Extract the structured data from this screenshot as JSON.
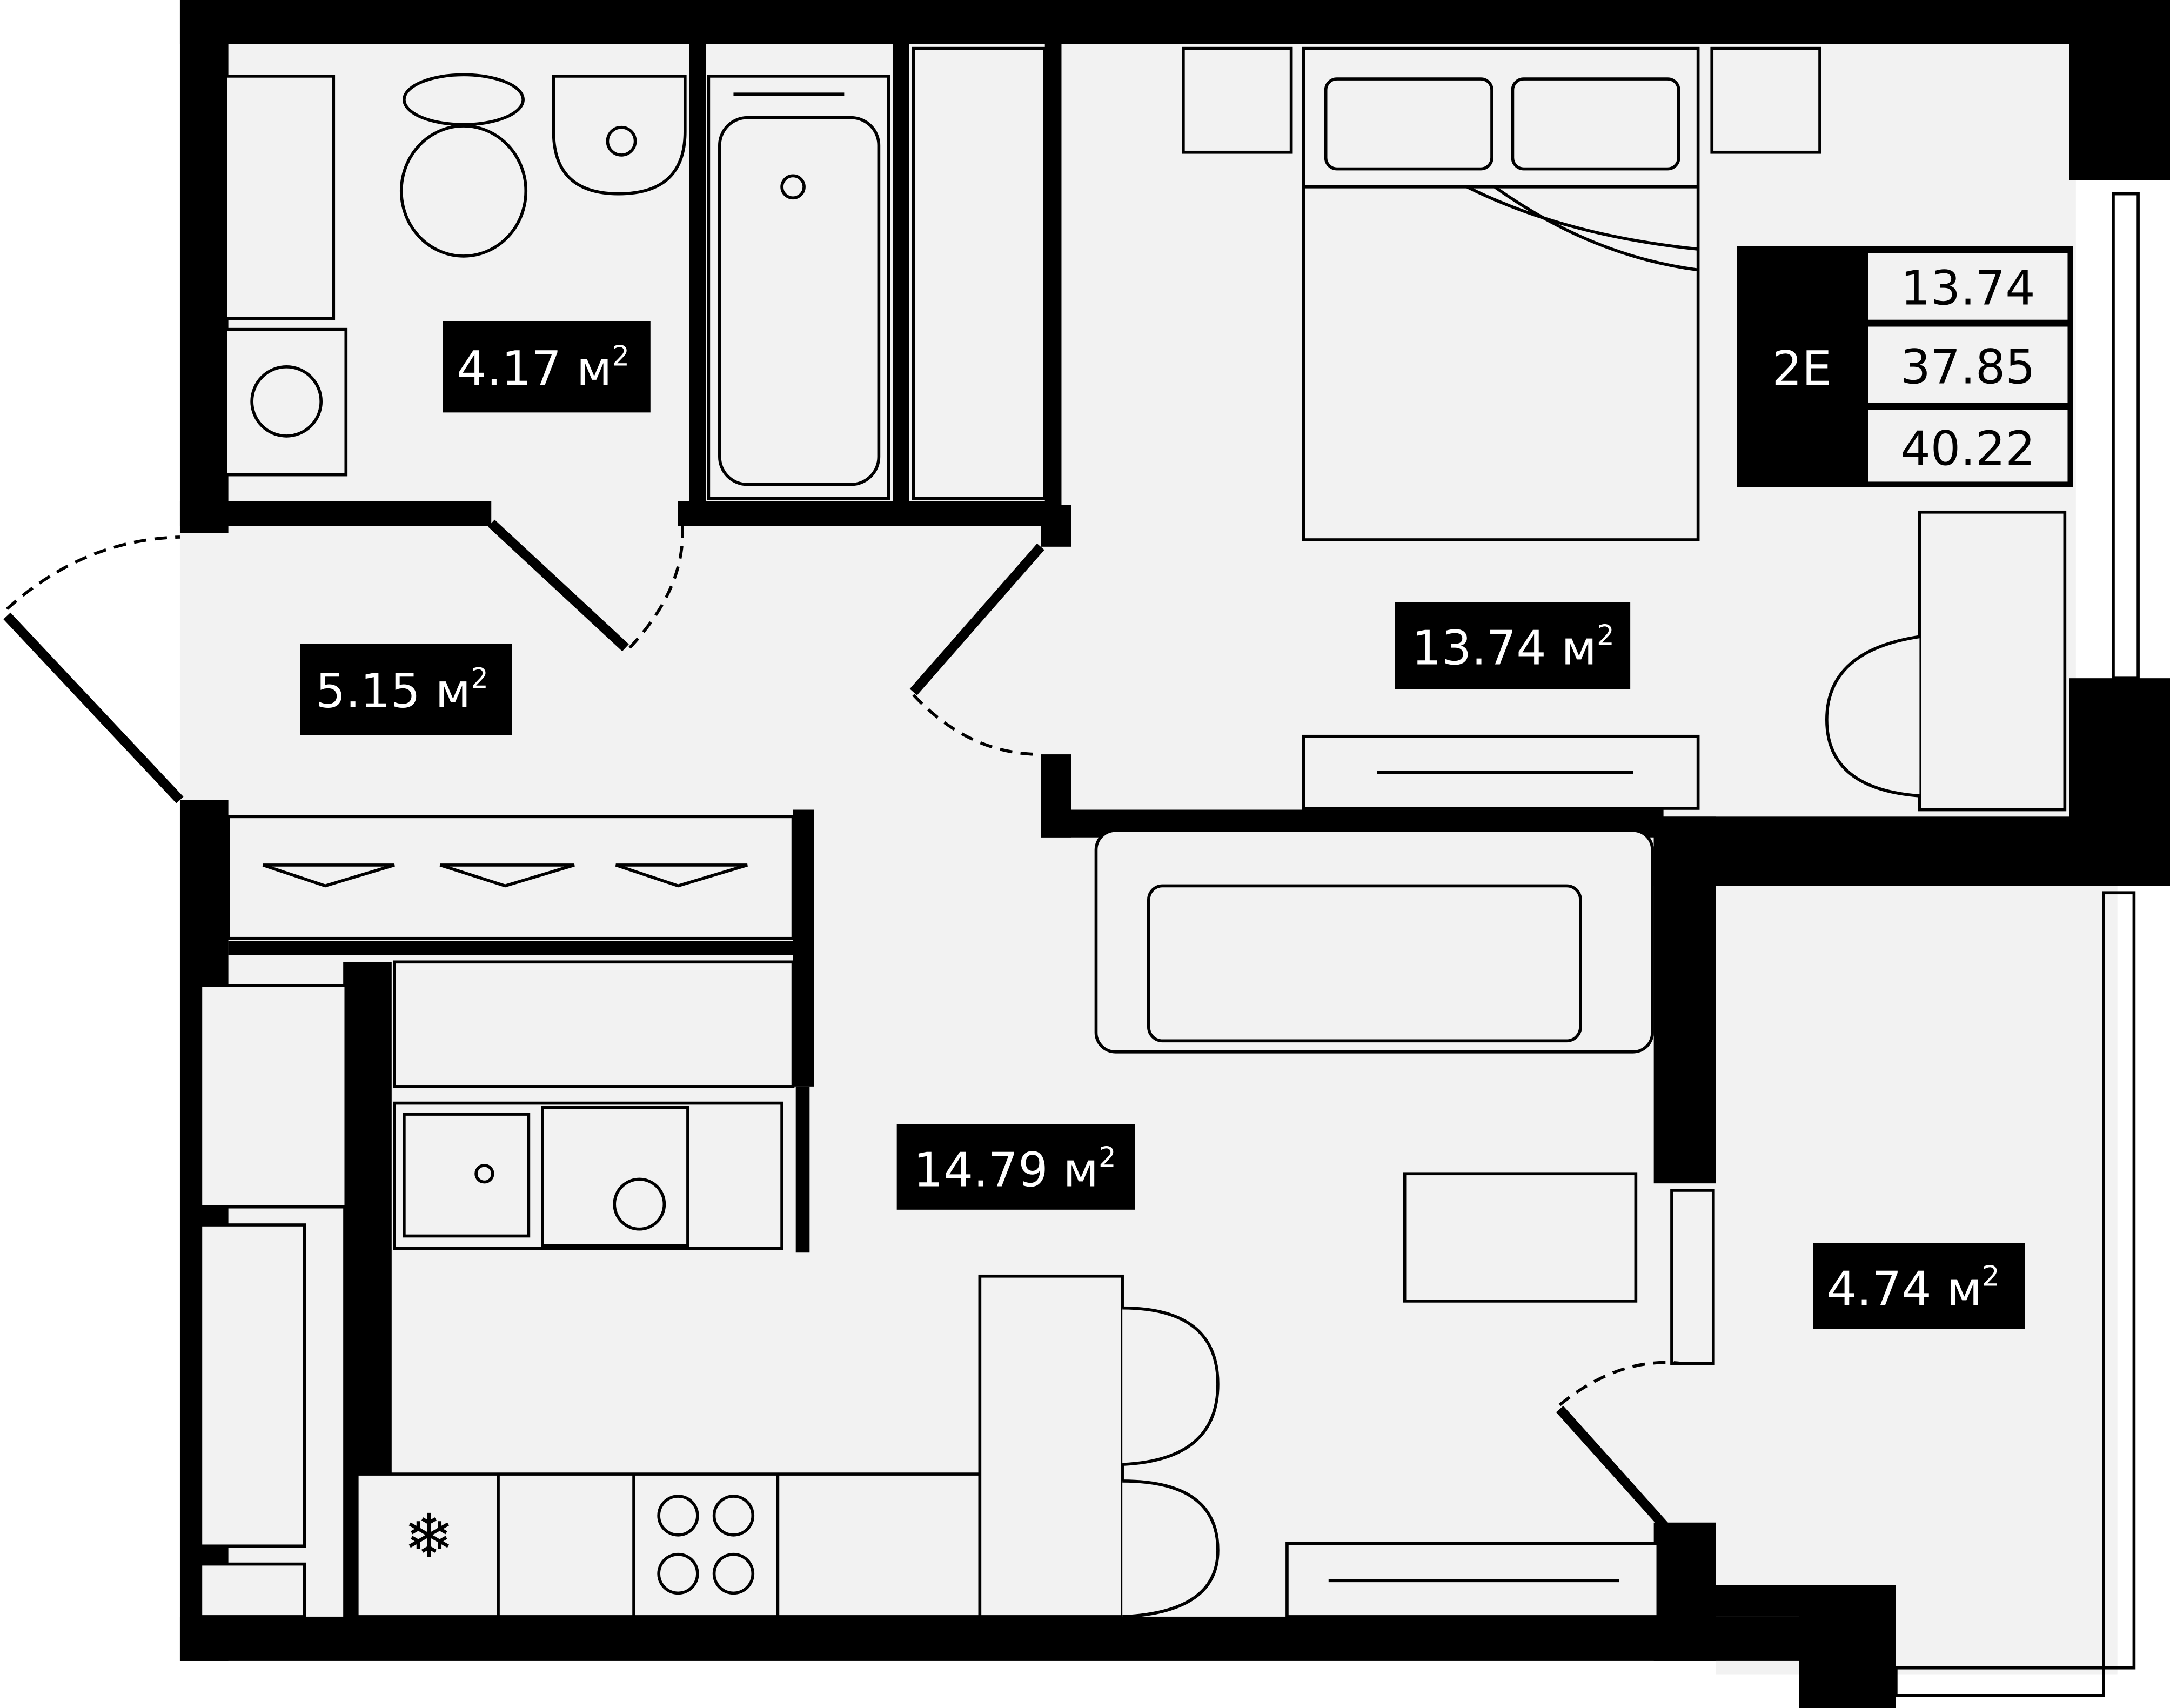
{
  "plan": {
    "apartment_type": "2E",
    "summary_values": [
      "13.74",
      "37.85",
      "40.22"
    ],
    "rooms": [
      {
        "name": "bathroom",
        "area": "4.17 м",
        "unit_power": "2"
      },
      {
        "name": "hallway",
        "area": "5.15 м",
        "unit_power": "2"
      },
      {
        "name": "bedroom",
        "area": "13.74 м",
        "unit_power": "2"
      },
      {
        "name": "kitchen-living",
        "area": "14.79 м",
        "unit_power": "2"
      },
      {
        "name": "balcony",
        "area": "4.74 м",
        "unit_power": "2"
      }
    ],
    "colors": {
      "wall": "#000000",
      "floor": "#f2f2f2",
      "background": "#ffffff"
    }
  }
}
